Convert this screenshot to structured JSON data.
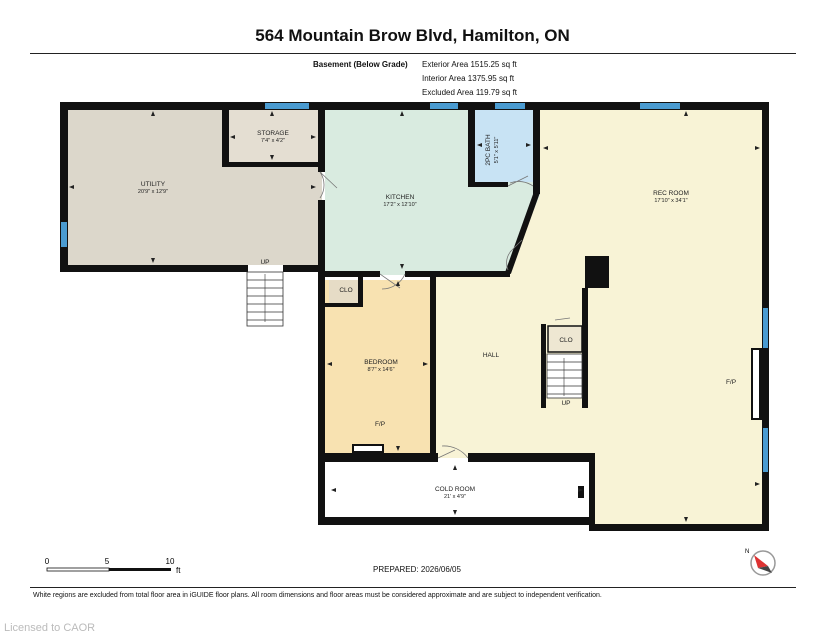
{
  "title": "564 Mountain Brow Blvd, Hamilton, ON",
  "level": "Basement (Below Grade)",
  "areas": [
    "Exterior Area 1515.25 sq ft",
    "Interior Area 1375.95 sq ft",
    "Excluded Area 119.79 sq ft"
  ],
  "rooms": {
    "storage": {
      "name": "STORAGE",
      "dims": "7'4\" x 4'2\""
    },
    "utility": {
      "name": "UTILITY",
      "dims": "20'9\" x 12'9\""
    },
    "kitchen": {
      "name": "KITCHEN",
      "dims": "17'2\" x 12'10\""
    },
    "bath": {
      "name": "2PC BATH",
      "dims": "5'1\" x 5'11\""
    },
    "rec_room": {
      "name": "REC ROOM",
      "dims": "17'10\" x 34'1\""
    },
    "bedroom": {
      "name": "BEDROOM",
      "dims": "8'7\" x 14'6\""
    },
    "cold_room": {
      "name": "COLD ROOM",
      "dims": "21' x 4'9\""
    },
    "hall": {
      "name": "HALL"
    }
  },
  "labels": {
    "clo_bedroom": "CLO",
    "clo_hall": "CLO",
    "up_utility": "UP",
    "up_hall": "UP",
    "fp_bedroom": "F/P",
    "fp_rec": "F/P"
  },
  "scale": {
    "ticks": [
      "0",
      "5",
      "10"
    ],
    "unit": "ft"
  },
  "compass": "N",
  "prepared": "PREPARED: 2026/06/05",
  "footnote": "White regions are excluded from total floor area in iGUIDE floor plans. All room dimensions and floor areas must be considered approximate and are subject to independent verification.",
  "licensed": "Licensed to CAOR",
  "colors": {
    "utility": "#dcd7cb",
    "kitchen": "#d9ebe0",
    "bath": "#c8e3f4",
    "rec": "#f8f3d6",
    "bedroom": "#f8e2b1",
    "window": "#4a9bd1",
    "wall": "#111111"
  }
}
